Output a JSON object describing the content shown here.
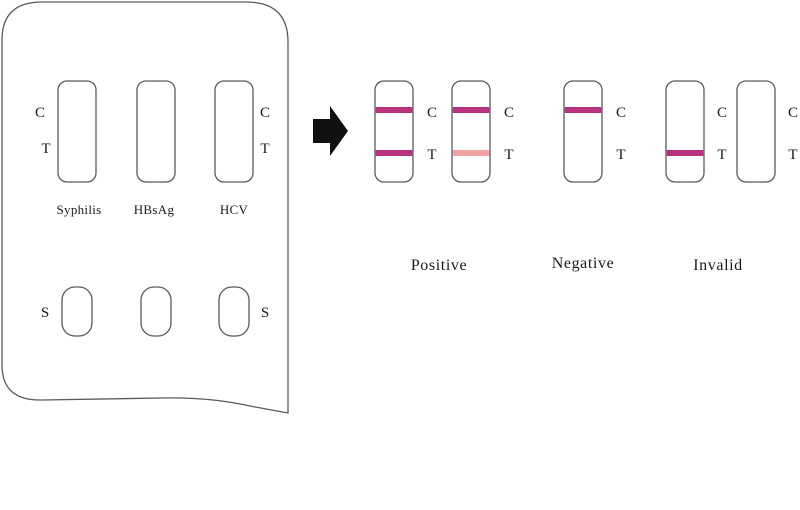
{
  "device": {
    "labels": {
      "control": "C",
      "test": "T",
      "sample": "S"
    },
    "tests": [
      "Syphilis",
      "HBsAg",
      "HCV"
    ]
  },
  "results": {
    "positive": "Positive",
    "negative": "Negative",
    "invalid": "Invalid"
  },
  "colors": {
    "outline": "#5a5a5a",
    "strong_line": "#b8327d",
    "weak_line": "#f0a3a3",
    "arrow": "#111111"
  }
}
